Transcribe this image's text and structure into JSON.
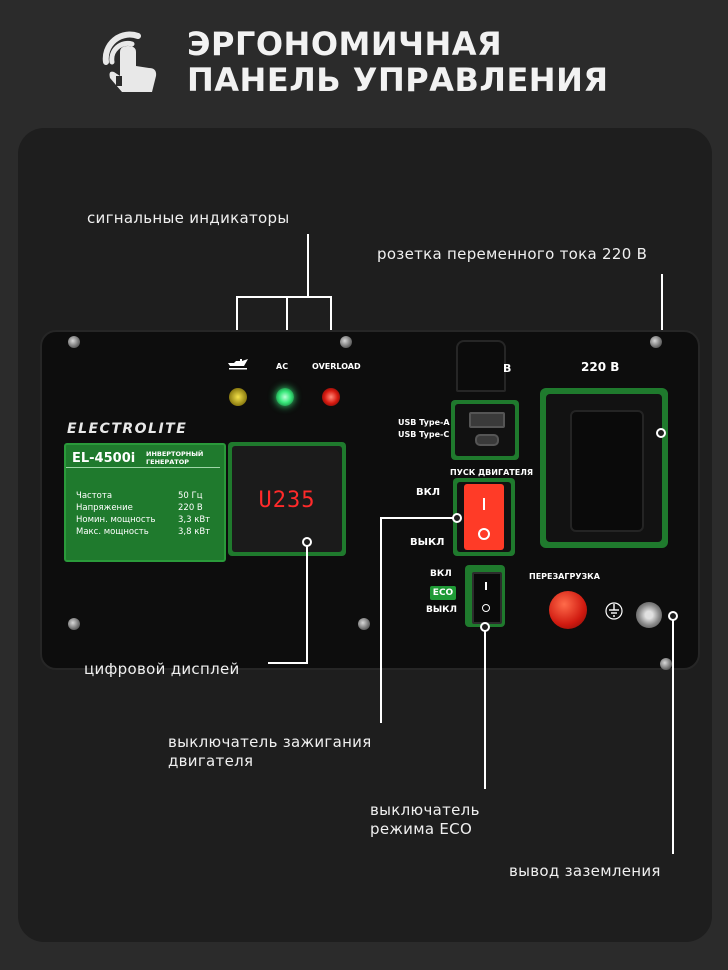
{
  "header": {
    "title_line1": "ЭРГОНОМИЧНАЯ",
    "title_line2": "ПАНЕЛЬ УПРАВЛЕНИЯ"
  },
  "callouts": {
    "indicators": "сигнальные индикаторы",
    "ac_socket": "розетка переменного тока 220 В",
    "display": "цифровой дисплей",
    "ignition_line1": "выключатель зажигания",
    "ignition_line2": "двигателя",
    "eco_line1": "выключатель",
    "eco_line2": "режима ECO",
    "ground": "вывод заземления"
  },
  "panel": {
    "brand": "ELECTROLITE",
    "model": "EL-4500i",
    "type_line1": "ИНВЕРТОРНЫЙ",
    "type_line2": "ГЕНЕРАТОР",
    "specs": [
      {
        "label": "Частота",
        "value": "50 Гц"
      },
      {
        "label": "Напряжение",
        "value": "220 В"
      },
      {
        "label": "Номин. мощность",
        "value": "3,3 кВт"
      },
      {
        "label": "Макс. мощность",
        "value": "3,8 кВт"
      }
    ],
    "display_value": "U235",
    "led_labels": {
      "ac": "AC",
      "overload": "OVERLOAD"
    },
    "usb_a": "USB Type-A",
    "usb_c": "USB Type-C",
    "usb_partial": "В",
    "socket_label": "220 В",
    "start_label": "ПУСК ДВИГАТЕЛЯ",
    "on": "ВКЛ",
    "off": "ВЫКЛ",
    "eco": "ECO",
    "reset": "ПЕРЕЗАГРУЗКА"
  },
  "colors": {
    "accent_green": "#1f7a2d",
    "led_yellow": "#e8d21a",
    "led_green": "#38e87a",
    "led_red": "#ff2a1a",
    "display_red": "#ff2a2a",
    "button_red": "#ff3b27"
  },
  "icons": {
    "header": "hand-touch-icon",
    "oil": "oil-can-icon",
    "ground": "ground-symbol-icon"
  }
}
